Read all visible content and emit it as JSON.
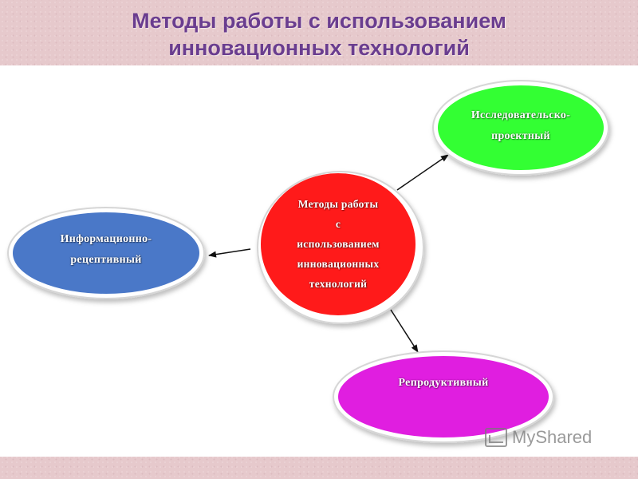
{
  "title": {
    "line1": "Методы работы с использованием",
    "line2": "инновационных технологий"
  },
  "diagram": {
    "center": {
      "lines": [
        "Методы работы",
        "с",
        "использованием",
        "инновационных",
        "технологий"
      ],
      "color": "#ff1a1a"
    },
    "nodes": [
      {
        "id": "research",
        "lines": [
          "Исследовательско-",
          "проектный"
        ],
        "color": "#33ff33"
      },
      {
        "id": "info",
        "lines": [
          "Информационно-",
          "рецептивный"
        ],
        "color": "#4a78c8"
      },
      {
        "id": "repro",
        "lines": [
          "Репродуктивный"
        ],
        "color": "#e01ee0"
      }
    ]
  },
  "watermark": {
    "text": "MyShared"
  },
  "colors": {
    "title": "#6a3d8f",
    "background": "#e6c9cc"
  }
}
